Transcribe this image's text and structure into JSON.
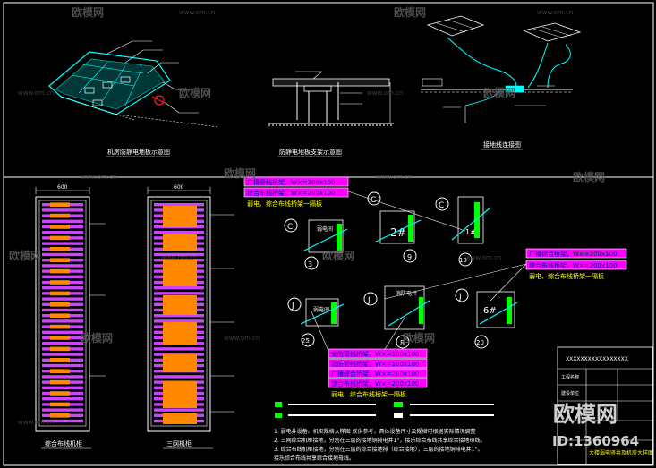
{
  "watermark": {
    "brand": "欧模网",
    "url": "www.om.cn",
    "logo_brand": "欧模网",
    "logo_id": "ID:1360964"
  },
  "top_panel": {
    "view1_caption": "机房防静电地板示意图",
    "view2_caption": "防静电地板支架示意图",
    "view3_caption": "接地线连接图"
  },
  "racks": {
    "rack1_caption": "综合布线机柜",
    "rack2_caption": "三网机柜",
    "width_dim": "600"
  },
  "tray_group1": {
    "rows": [
      "广播管线桥架，W×=200x100",
      "综合布线桥架，W×=200x100"
    ],
    "note": "弱电、综合布线桥架一隔板"
  },
  "tray_group2": {
    "rows": [
      "广播综合桥架，W×=200x100",
      "综合布线桥架，W×=200x100"
    ],
    "note": "弱电、综合布线桥架一隔板"
  },
  "tray_group3": {
    "rows": [
      "安防管线桥架，W×=100x100",
      "消防管线桥架，W×=100x100",
      "广播综合桥架，W×=200x100",
      "综合布线桥架，W×=200x100"
    ],
    "note": "弱电、综合布线桥架一隔板"
  },
  "markers": [
    {
      "letter": "C",
      "number": "3",
      "room": "弱电间"
    },
    {
      "letter": "C",
      "number": "9",
      "room": "2#"
    },
    {
      "letter": "C",
      "number": "19",
      "room": "1#"
    },
    {
      "letter": "J",
      "number": "25",
      "room": "弱电间"
    },
    {
      "letter": "J",
      "number": "8",
      "room": "消防电井"
    },
    {
      "letter": "J",
      "number": "20",
      "room": "6#"
    }
  ],
  "notes": [
    "1. 弱电井设备、机柜规格大样图  仅供参考，具体设备尺寸及规格可根据实际情况调整",
    "2. 三网综合机柜接地，分别在三层的接地铜排电井1°，接乐综合布线共享综合接地母线。",
    "3. 综合布线机柜接地，分别在三层的综合接地排（综合接地），三层的接地铜排电井1°。",
    "   接乐综合布线共享综合接地母线。"
  ],
  "title_block": {
    "header": "XXXXXXXXXXXXXXXXX",
    "label_a": "工程名称",
    "label_b": "建设单位",
    "drawing_title": "大楼弱电竖井及机房大样图"
  },
  "colors": {
    "background": "#000000",
    "frame": "#ffffff",
    "cyan": "#00ffff",
    "magenta": "#ff00ff",
    "orange": "#ff8800",
    "red": "#ff2020",
    "green": "#00ff00"
  }
}
